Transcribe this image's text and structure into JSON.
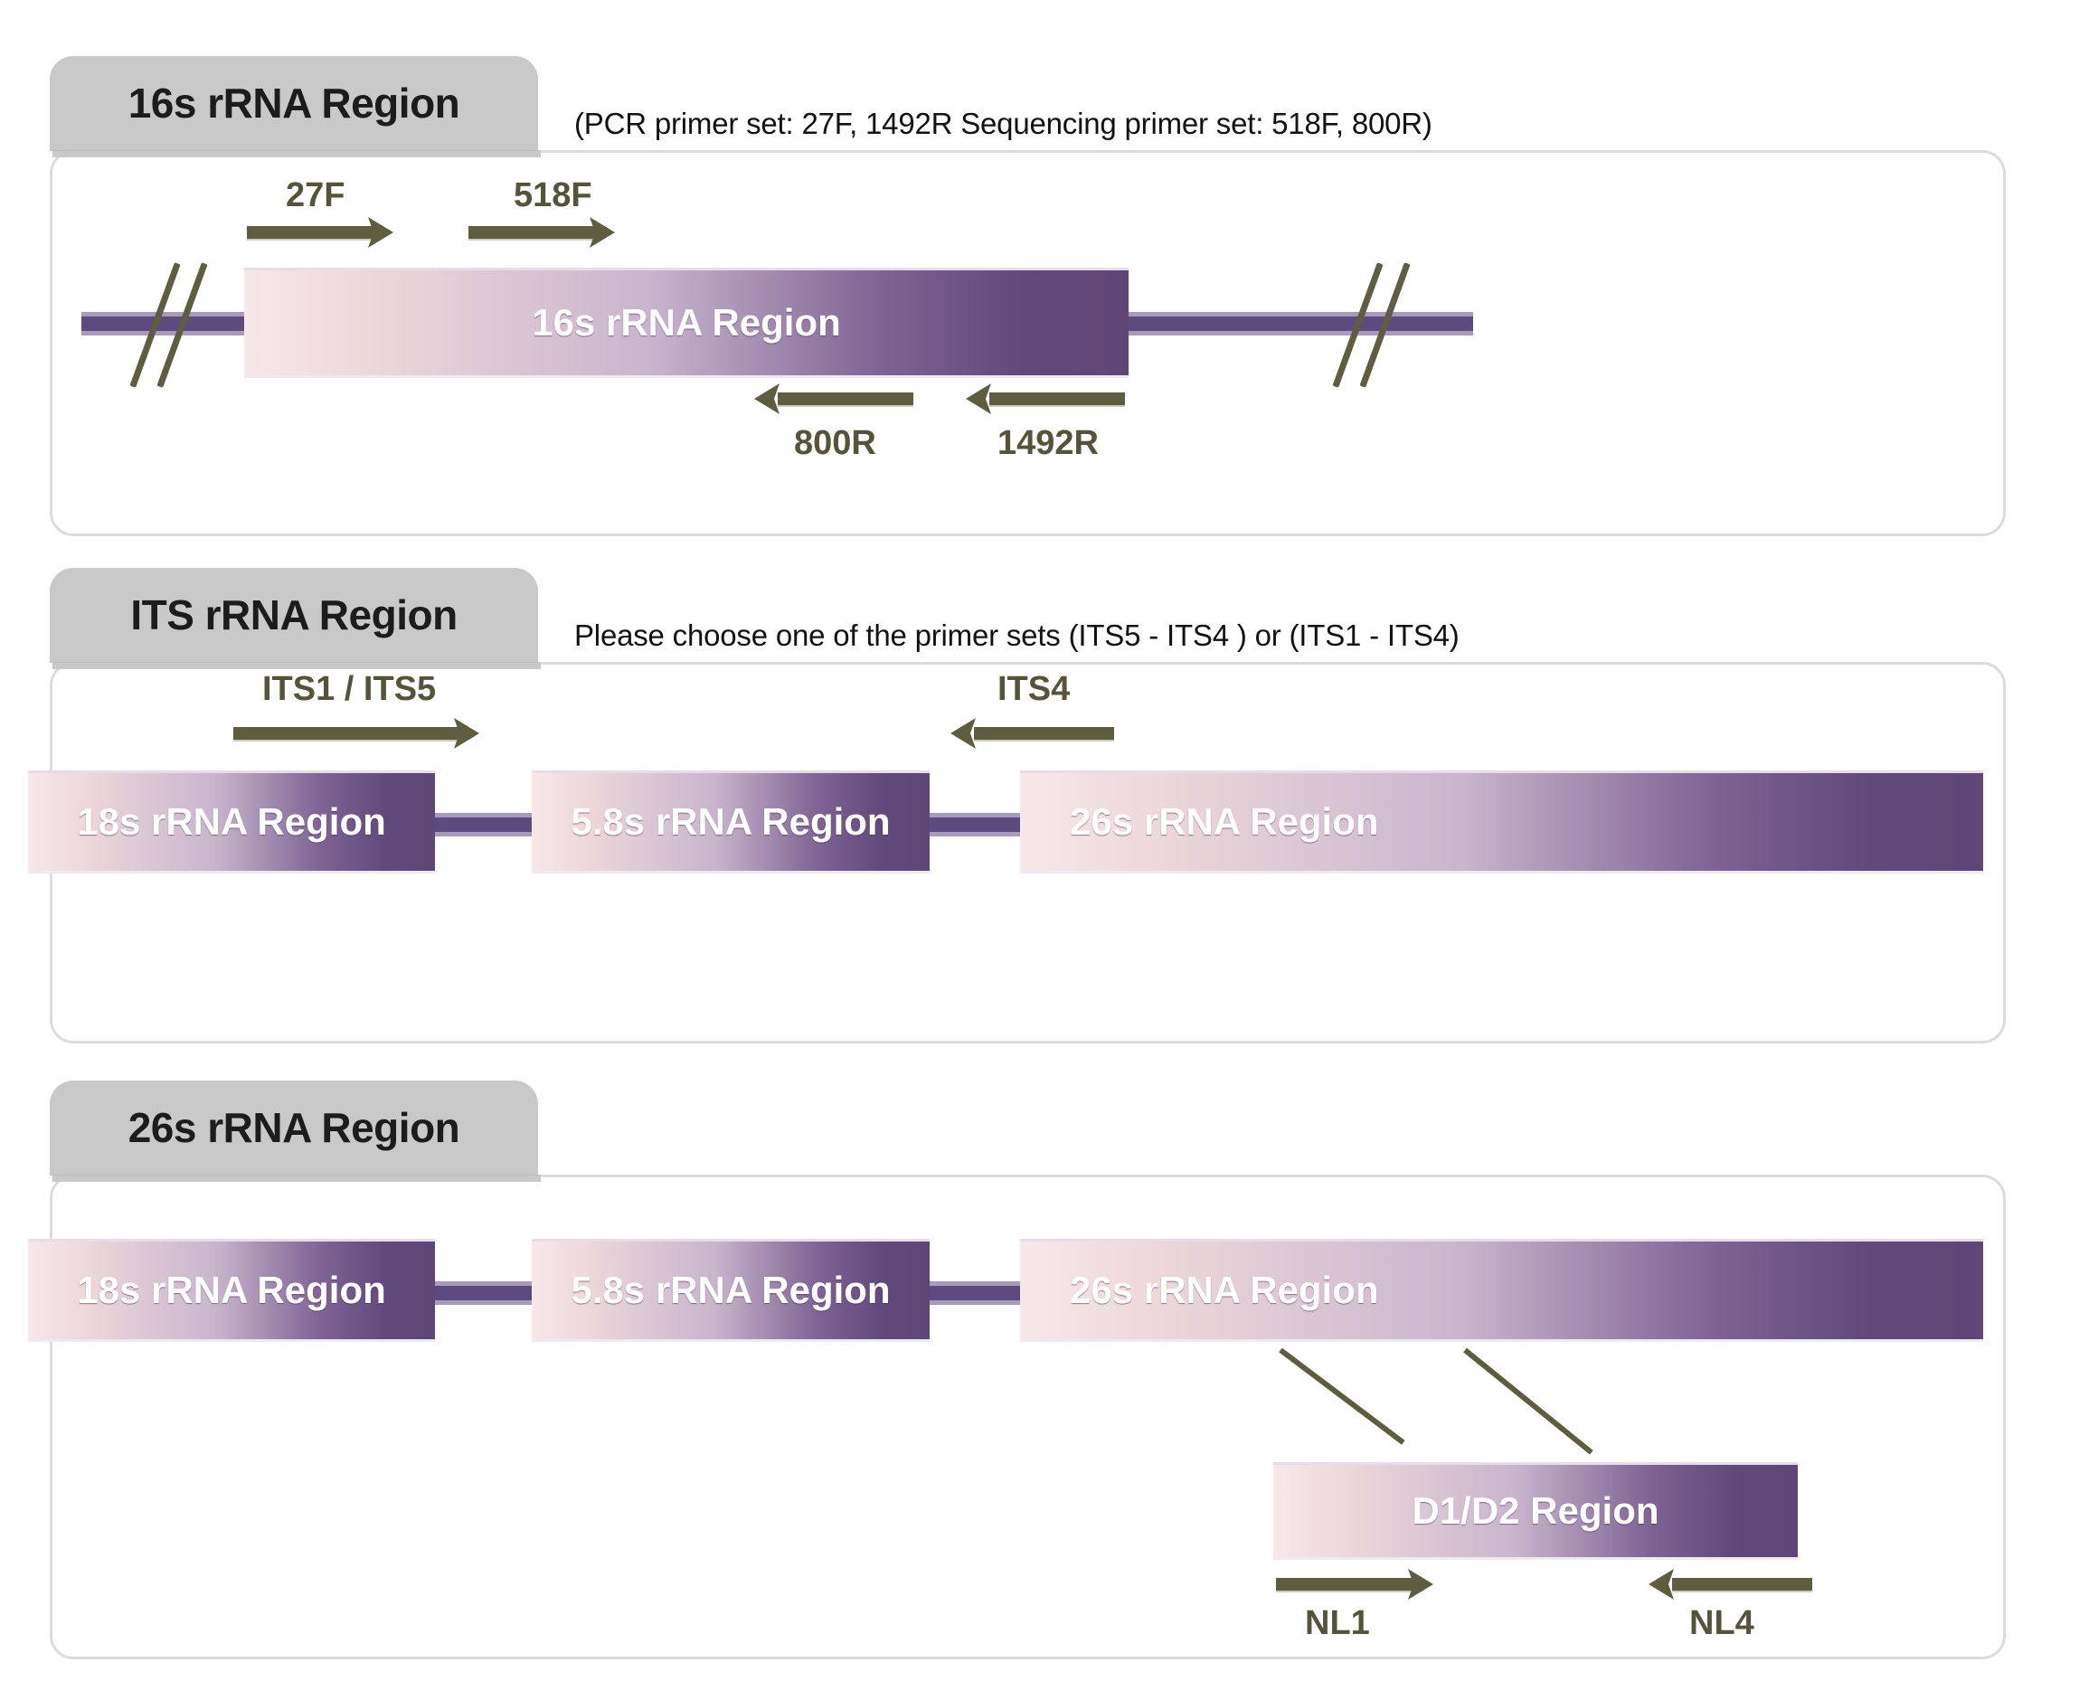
{
  "figure": {
    "title_semantic": "rRNA region primer map",
    "colors": {
      "tab_gray": "#c9c9c9",
      "panel_border": "#dcdcdc",
      "bar_light": "#f7e8e9",
      "bar_dark": "#5f4677",
      "strand_purple": "#5d4a7e",
      "arrow_olive": "#5e5d40",
      "text_dark": "#1c1c1c",
      "bar_text": "#ffffff"
    }
  },
  "panels": [
    {
      "id": "panel-16s",
      "tab_label": "16s rRNA Region",
      "note": "(PCR primer set: 27F, 1492R   Sequencing primer set: 518F, 800R)",
      "bars": [
        {
          "name": "16s-rrna-region-bar",
          "label": "16s rRNA Region"
        }
      ],
      "primers": [
        {
          "name": "27F",
          "direction": "forward"
        },
        {
          "name": "518F",
          "direction": "forward"
        },
        {
          "name": "800R",
          "direction": "reverse"
        },
        {
          "name": "1492R",
          "direction": "reverse"
        }
      ]
    },
    {
      "id": "panel-its",
      "tab_label": "ITS rRNA Region",
      "note": "Please choose one of the primer sets  (ITS5 - ITS4 ) or (ITS1 - ITS4)",
      "bars": [
        {
          "name": "18s-rrna-region-bar",
          "label": "18s rRNA Region"
        },
        {
          "name": "58s-rrna-region-bar",
          "label": "5.8s rRNA Region"
        },
        {
          "name": "26s-rrna-region-bar",
          "label": "26s rRNA Region"
        }
      ],
      "primers": [
        {
          "name": "ITS1 / ITS5",
          "direction": "forward"
        },
        {
          "name": "ITS4",
          "direction": "reverse"
        }
      ]
    },
    {
      "id": "panel-26s",
      "tab_label": "26s rRNA  Region",
      "note": "",
      "bars": [
        {
          "name": "18s-rrna-region-bar",
          "label": "18s rRNA Region"
        },
        {
          "name": "58s-rrna-region-bar",
          "label": "5.8s rRNA Region"
        },
        {
          "name": "26s-rrna-region-bar",
          "label": "26s rRNA Region"
        },
        {
          "name": "d1d2-region-bar",
          "label": "D1/D2 Region"
        }
      ],
      "primers": [
        {
          "name": "NL1",
          "direction": "forward"
        },
        {
          "name": "NL4",
          "direction": "reverse"
        }
      ]
    }
  ],
  "labels": {
    "p1_tab": "16s rRNA Region",
    "p1_note": "(PCR primer set: 27F, 1492R   Sequencing primer set: 518F, 800R)",
    "p1_bar": "16s rRNA Region",
    "p1_27f": "27F",
    "p1_518f": "518F",
    "p1_800r": "800R",
    "p1_1492r": "1492R",
    "p2_tab": "ITS rRNA Region",
    "p2_note": "Please choose one of the primer sets  (ITS5 - ITS4 ) or (ITS1 - ITS4)",
    "p2_bar18": "18s rRNA Region",
    "p2_bar58": "5.8s rRNA Region",
    "p2_bar26": "26s rRNA Region",
    "p2_its15": "ITS1 / ITS5",
    "p2_its4": "ITS4",
    "p3_tab": "26s rRNA  Region",
    "p3_bar18": "18s rRNA Region",
    "p3_bar58": "5.8s rRNA Region",
    "p3_bar26": "26s rRNA Region",
    "p3_bard1d2": "D1/D2 Region",
    "p3_nl1": "NL1",
    "p3_nl4": "NL4"
  }
}
